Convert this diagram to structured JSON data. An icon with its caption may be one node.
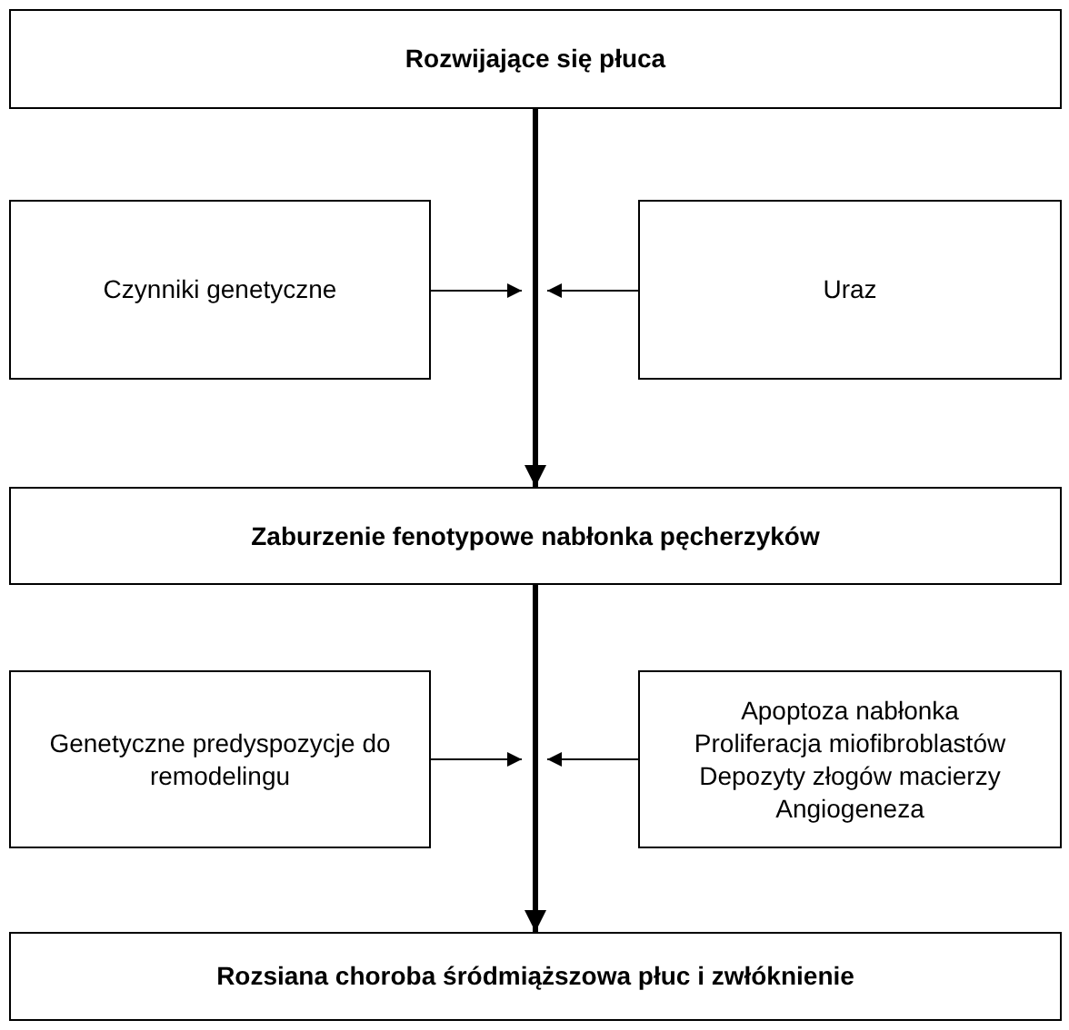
{
  "diagram": {
    "nodes": [
      {
        "text": [
          "Rozwijające się płuca"
        ]
      },
      {
        "text": [
          "Czynniki genetyczne"
        ]
      },
      {
        "text": [
          "Uraz"
        ]
      },
      {
        "text": [
          "Zaburzenie fenotypowe nabłonka pęcherzyków"
        ]
      },
      {
        "text": [
          "Genetyczne predyspozycje do remodelingu"
        ]
      },
      {
        "text": [
          "Apoptoza nabłonka",
          "Proliferacja miofibroblastów",
          "Depozyty złogów macierzy",
          "Angiogeneza"
        ]
      },
      {
        "text": [
          "Rozsiana choroba śródmiąższowa płuc i zwłóknienie"
        ]
      }
    ],
    "edges": [
      {
        "from": 0,
        "to": 3,
        "arrow": "to",
        "style": "thick"
      },
      {
        "from": 1,
        "to": null,
        "arrow": "to"
      },
      {
        "from": 2,
        "to": null,
        "arrow": "to"
      },
      {
        "from": 3,
        "to": 6,
        "arrow": "to",
        "style": "thick"
      },
      {
        "from": 4,
        "to": null,
        "arrow": "to"
      },
      {
        "from": 5,
        "to": null,
        "arrow": "to"
      }
    ]
  }
}
